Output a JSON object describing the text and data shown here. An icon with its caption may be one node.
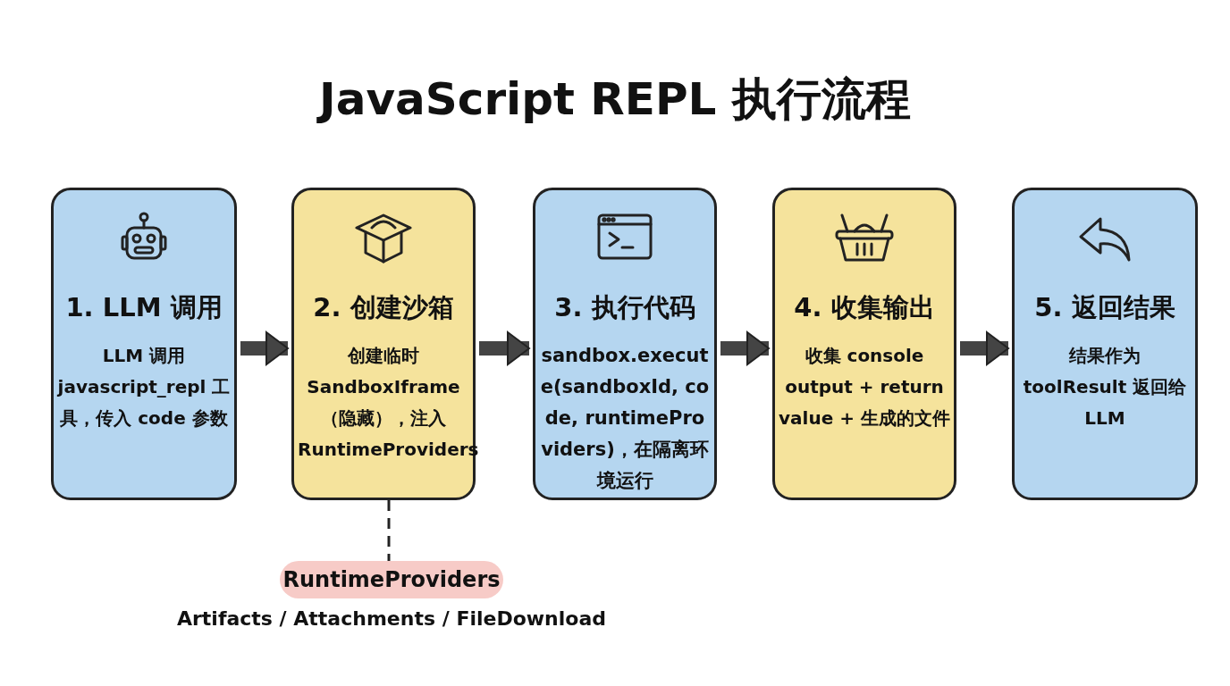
{
  "diagram": {
    "title": "JavaScript REPL 执行流程",
    "nodes": [
      {
        "text": [
          "1. LLM 调用",
          "LLM 调用 javascript_repl 工具，传入 code 参数"
        ]
      },
      {
        "text": [
          "2. 创建沙箱",
          "创建临时 SandboxIframe（隐藏），注入 RuntimeProviders"
        ]
      },
      {
        "text": [
          "3. 执行代码",
          "sandbox.execute(sandboxId, code, runtimeProviders)，在隔离环境运行"
        ]
      },
      {
        "text": [
          "4. 收集输出",
          "收集 console output + return value + 生成的文件"
        ]
      },
      {
        "text": [
          "5. 返回结果",
          "结果作为 toolResult 返回给 LLM"
        ]
      },
      {
        "text": [
          "RuntimeProviders"
        ],
        "beside": [
          "Artifacts / Attachments / FileDownload"
        ]
      }
    ],
    "edges": [
      {
        "from": 0,
        "to": 1,
        "arrow": "to"
      },
      {
        "from": 1,
        "to": 2,
        "arrow": "to"
      },
      {
        "from": 2,
        "to": 3,
        "arrow": "to"
      },
      {
        "from": 3,
        "to": 4,
        "arrow": "to"
      },
      {
        "from": 1,
        "to": 5,
        "arrow": "none",
        "style": "dashed"
      }
    ]
  }
}
